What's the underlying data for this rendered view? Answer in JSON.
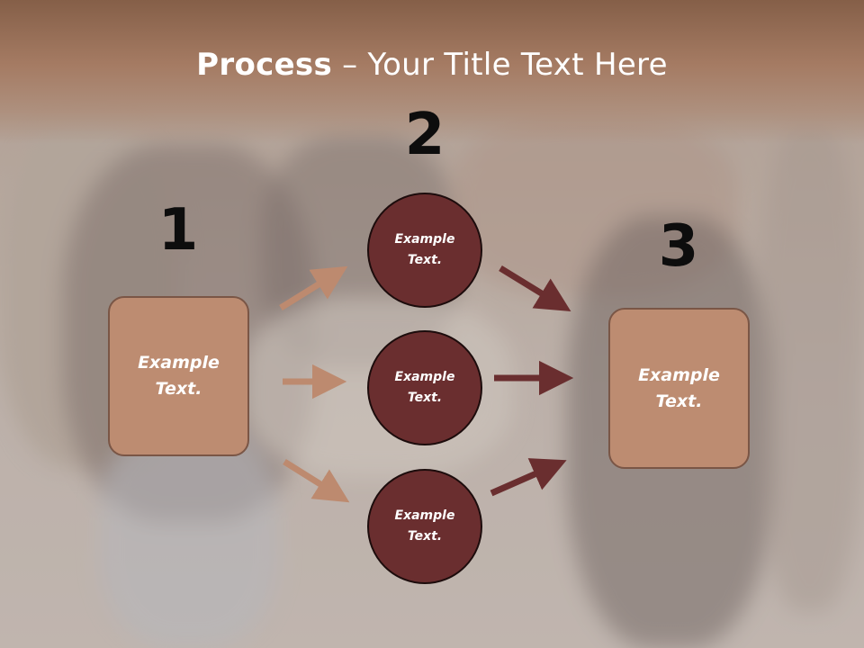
{
  "slide": {
    "title_bold": "Process",
    "title_rest": " – Your Title Text Here"
  },
  "steps": [
    {
      "number": "1",
      "box_text": [
        "Example",
        "Text."
      ]
    },
    {
      "number": "2",
      "circles": [
        [
          "Example",
          "Text."
        ],
        [
          "Example",
          "Text."
        ],
        [
          "Example",
          "Text."
        ]
      ]
    },
    {
      "number": "3",
      "box_text": [
        "Example",
        "Text."
      ]
    }
  ],
  "colors": {
    "box_fill": "#bd8c71",
    "circle_fill": "#6a2e2f",
    "arrow_light": "#bd8a6f",
    "arrow_dark": "#6a2e2f"
  }
}
